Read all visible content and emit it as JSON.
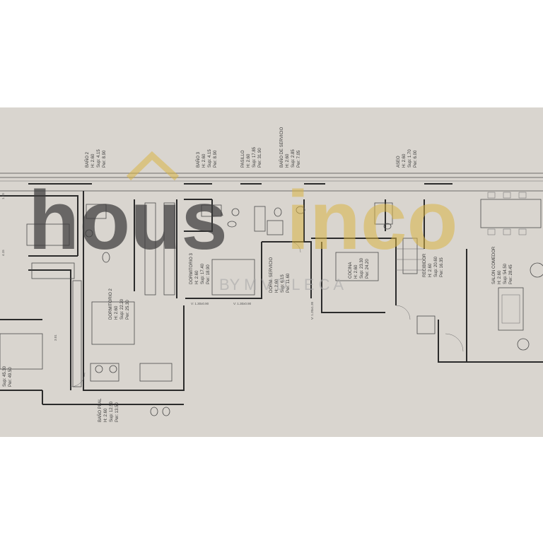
{
  "watermark": {
    "brand_dark": "hous",
    "brand_accent": "inco",
    "tagline": "BY  M  V  D  L  E  C  A",
    "colors": {
      "dark": "#3c3c3c",
      "accent": "#d9b545"
    }
  },
  "rooms": {
    "bano2": {
      "name": "BAÑO 2",
      "h": "H: 2.60",
      "sup": "Sup: 4.15",
      "per": "Per: 8.90"
    },
    "bano3": {
      "name": "BAÑO 3",
      "h": "H: 2.60",
      "sup": "Sup: 4.15",
      "per": "Per: 8.90"
    },
    "pasillo": {
      "name": "PASILLO",
      "h": "H: 2.60",
      "sup": "Sup: 17.85",
      "per": "Per: 31.90"
    },
    "bano_servicio": {
      "name": "BAÑO DE SERVICIO",
      "h": "H: 2.60",
      "sup": "Sup: 2.85",
      "per": "Per: 7.05"
    },
    "aseo": {
      "name": "ASEO",
      "h": "H: 2.60",
      "sup": "Sup: 1.70",
      "per": "Per: 6.00"
    },
    "dormitorio3": {
      "name": "DORMITORIO 3",
      "h": "H: 2.60",
      "sup": "Sup: 17.40",
      "per": "Per: 18.90"
    },
    "dormitorio2": {
      "name": "DORMITORIO 2",
      "h": "H: 2.60",
      "sup": "Sup: 22.20",
      "per": "Per: 25.30"
    },
    "dorm_servicio": {
      "name": "DORM. SERVICIO",
      "h": "H: 2.60",
      "sup": "Sup: 6.15",
      "per": "Per: 11.60"
    },
    "cocina": {
      "name": "COCINA",
      "h": "H: 2.60",
      "sup": "Sup: 23.30",
      "per": "Per: 24.20"
    },
    "recibidor": {
      "name": "RECIBIDOR",
      "h": "H: 2.60",
      "sup": "Sup: 20.60",
      "per": "Per: 16.35"
    },
    "salon_comedor": {
      "name": "SALON COMEDOR",
      "h": "H: 2.60",
      "sup": "Sup: 54.50",
      "per": "Per: 28.45"
    },
    "bano_ppal": {
      "name": "BAÑO PPAL",
      "h": "H: 2.60",
      "sup": "Sup: 12.50",
      "per": "Per: 13.50"
    },
    "left_room": {
      "sup": "Sup: 45.30",
      "per": "Per: 49.50"
    }
  },
  "dimensions": {
    "d_130": "V: 1.30x0.90",
    "d_120": "V: 1.20x1.30",
    "d_415": "4.15",
    "d_180": "1.80",
    "d_301": "3.01"
  }
}
